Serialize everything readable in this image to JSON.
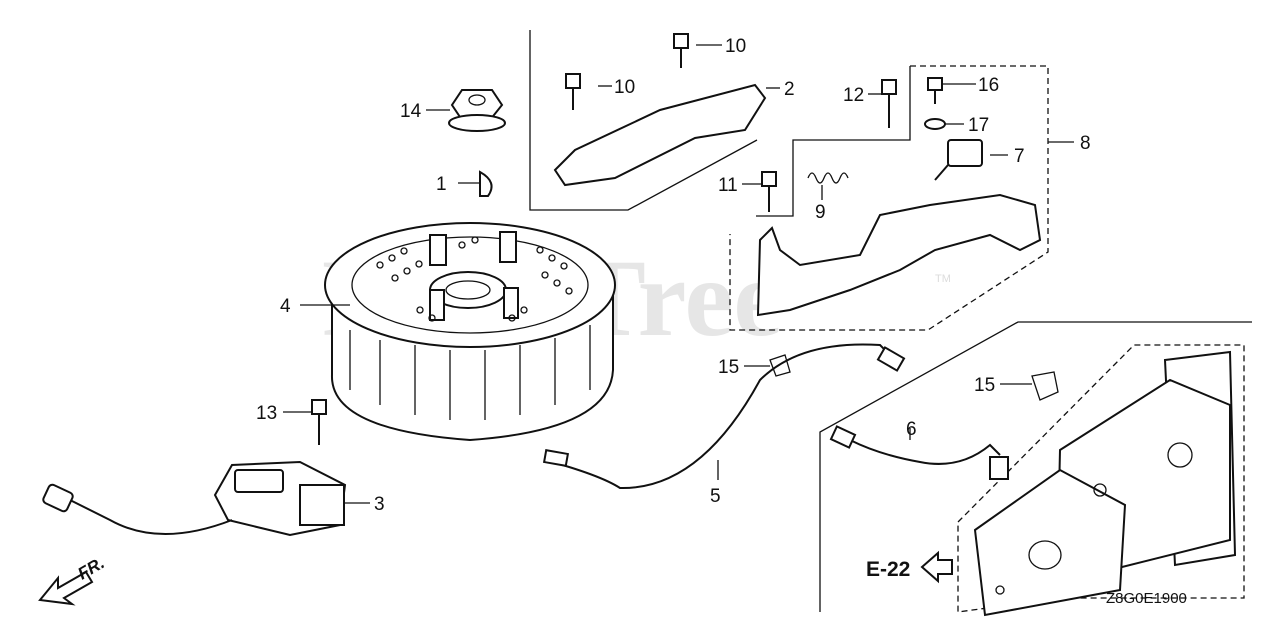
{
  "watermark": {
    "text": "PartsTree",
    "trademark": "TM"
  },
  "callouts": {
    "c1": "1",
    "c2": "2",
    "c3": "3",
    "c4": "4",
    "c5": "5",
    "c6": "6",
    "c7": "7",
    "c8": "8",
    "c9": "9",
    "c10a": "10",
    "c10b": "10",
    "c11": "11",
    "c12": "12",
    "c13": "13",
    "c14": "14",
    "c15a": "15",
    "c15b": "15",
    "c16": "16",
    "c17": "17"
  },
  "reference": {
    "label": "E-22"
  },
  "orientation": {
    "label": "FR."
  },
  "diagram_code": "Z8G0E1900",
  "colors": {
    "ink": "#111111",
    "paper": "#ffffff",
    "watermark": "#e6e6e6"
  }
}
